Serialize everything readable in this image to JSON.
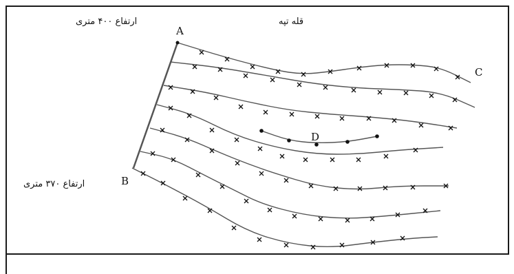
{
  "labels": {
    "elev_top": "ارتفاع ۴۰۰ متری",
    "elev_bottom": "ارتفاع ۳۷۰ متری",
    "summit": "قله تپه",
    "point_a": "A",
    "point_b": "B",
    "point_c": "C",
    "point_d": "D"
  },
  "colors": {
    "line": "#555555",
    "mark": "#111111",
    "frame": "#1a1a1a"
  }
}
